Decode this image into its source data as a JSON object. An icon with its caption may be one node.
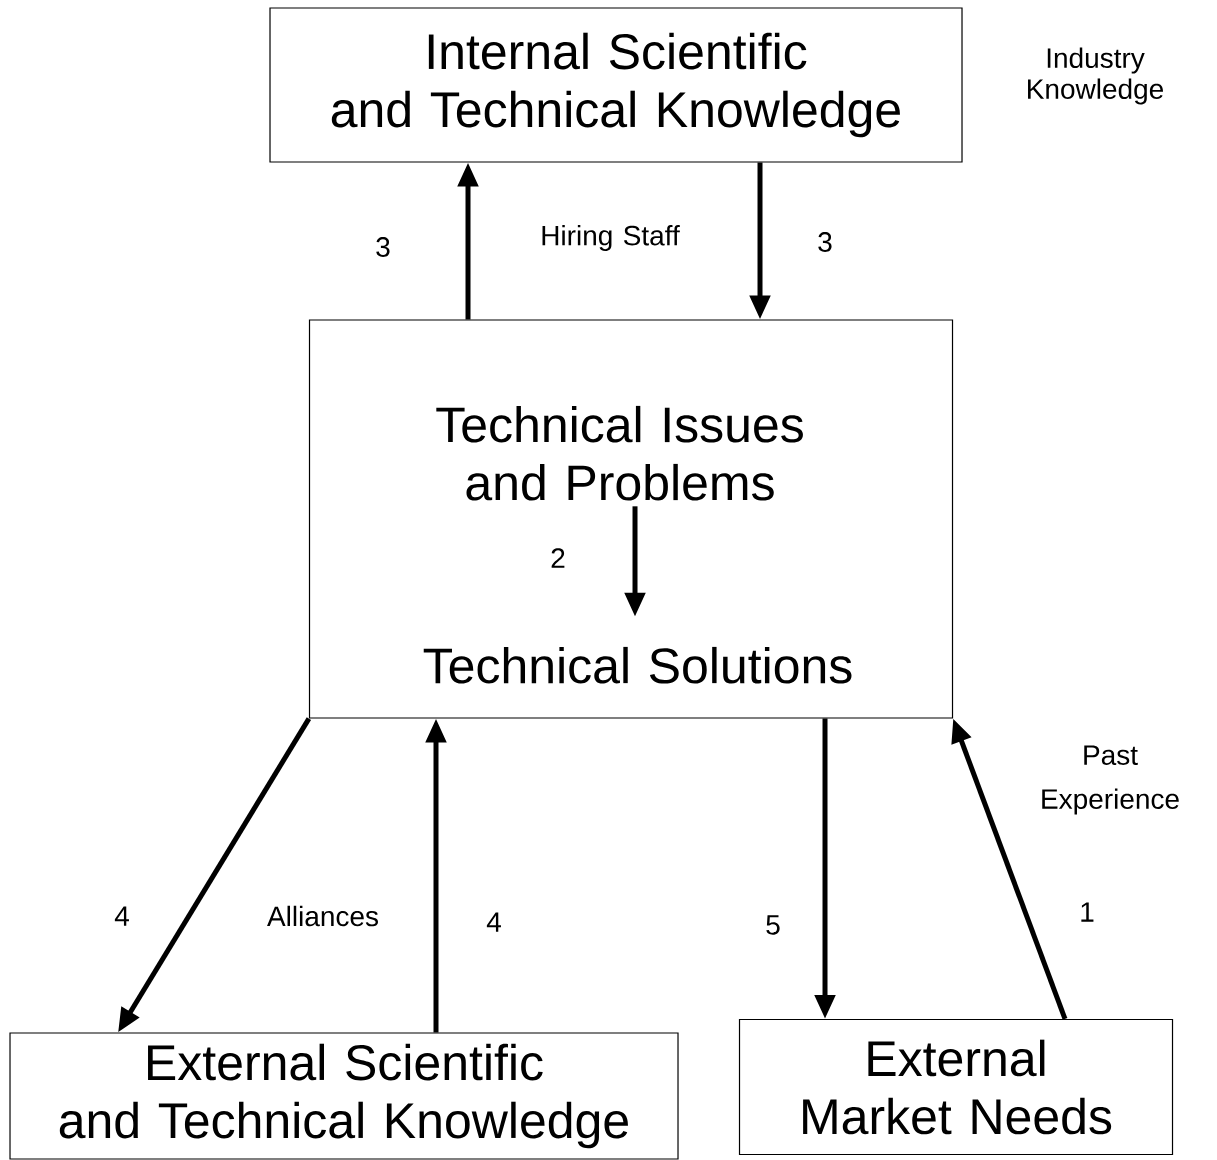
{
  "diagram": {
    "nodes": [
      {
        "text": [
          "Internal Scientific and Technical Knowledge"
        ]
      },
      {
        "text": [],
        "shape": "box"
      },
      {
        "text": [
          "Technical Issues and Problems"
        ],
        "in": 1
      },
      {
        "text": [
          "Technical Solutions"
        ],
        "in": 1
      },
      {
        "text": [
          "External Scientific and Technical Knowledge"
        ]
      },
      {
        "text": [
          "External Market Needs"
        ]
      }
    ],
    "edges": [
      {
        "from": 1,
        "to": 0,
        "arrow": "to",
        "label": "3"
      },
      {
        "from": 0,
        "to": 1,
        "arrow": "to",
        "label": "3"
      },
      {
        "from": 2,
        "to": 3,
        "arrow": "to",
        "label": "2"
      },
      {
        "from": 1,
        "to": 4,
        "arrow": "to",
        "label": "4"
      },
      {
        "from": 4,
        "to": 1,
        "arrow": "to",
        "label": "4"
      },
      {
        "from": 1,
        "to": 5,
        "arrow": "to",
        "label": "5"
      },
      {
        "from": 5,
        "to": 1,
        "arrow": "to",
        "label": "1"
      }
    ],
    "labels": [
      "Industry Knowledge",
      "Hiring Staff",
      "Alliances",
      "Past Experience"
    ]
  }
}
